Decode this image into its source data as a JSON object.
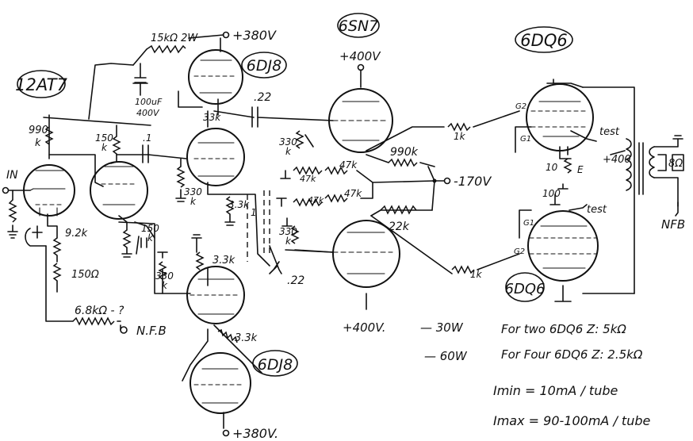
{
  "tube_labels": {
    "t12at7": "12AT7",
    "t6dj8_top": "6DJ8",
    "t6dj8_bot": "6DJ8",
    "t6sn7": "6SN7",
    "t6dq6_top": "6DQ6",
    "t6dq6_bot": "6DQ6"
  },
  "supplies": {
    "b380_top": "+380V",
    "b380_bot": "+380V.",
    "b400_6sn7": "+400V",
    "b400_bottom": "+400V.",
    "b400_side": "+400",
    "neg170": "-170V"
  },
  "components": {
    "r15k2w": "15kΩ 2W",
    "c100uf": "100uF",
    "c100uf_v": "400V",
    "r990k_left": "990",
    "r990k_left_u": "k",
    "r150k": "150",
    "r150k_u": "k",
    "c_dot1": ".1",
    "r33k_top": "33k",
    "c22_top": ".22",
    "r330k_mid": "330",
    "r330k_mid_u": "k",
    "r330k_6sn7": "330",
    "r330k_6sn7_u": "k",
    "r47k_a": "47k",
    "r47k_b": "47k",
    "r47k_c": "47k",
    "r47k_d": "47k",
    "r990k_right": "990k",
    "r22k": "22k",
    "r1k_top": "1k",
    "r1k_bot": "1k",
    "r33k_mid": "3.3k",
    "c1": "1",
    "r330k_low": "330",
    "r330k_low_u": "k",
    "r33k_low": "3.3k",
    "r150k_low": "150",
    "r150k_low_u": "k",
    "c22_low": ".22",
    "r330k_low2": "330",
    "r330k_low2_u": "k",
    "r33k_bot": "3.3k",
    "r92k": "9.2k",
    "r1500": "150Ω",
    "r68k": "6.8kΩ - ?",
    "r10": "10",
    "r100": "100",
    "test_top": "test",
    "test_bot": "test",
    "g2_top": "G2",
    "g1_top": "G1",
    "g2_bot": "G2",
    "g1_bot": "G1",
    "e_top": "E",
    "in_label": "IN",
    "nfb_left": "N.F.B",
    "nfb_right": "NFB",
    "spk": "8Ω"
  },
  "notes": {
    "n30w_dash": "— 30W",
    "n30w_text": "For two 6DQ6  Z: 5kΩ",
    "n60w_dash": "— 60W",
    "n60w_text": "For Four 6DQ6  Z: 2.5kΩ",
    "imin": "Imin = 10mA / tube",
    "imax": "Imax = 90-100mA / tube"
  }
}
